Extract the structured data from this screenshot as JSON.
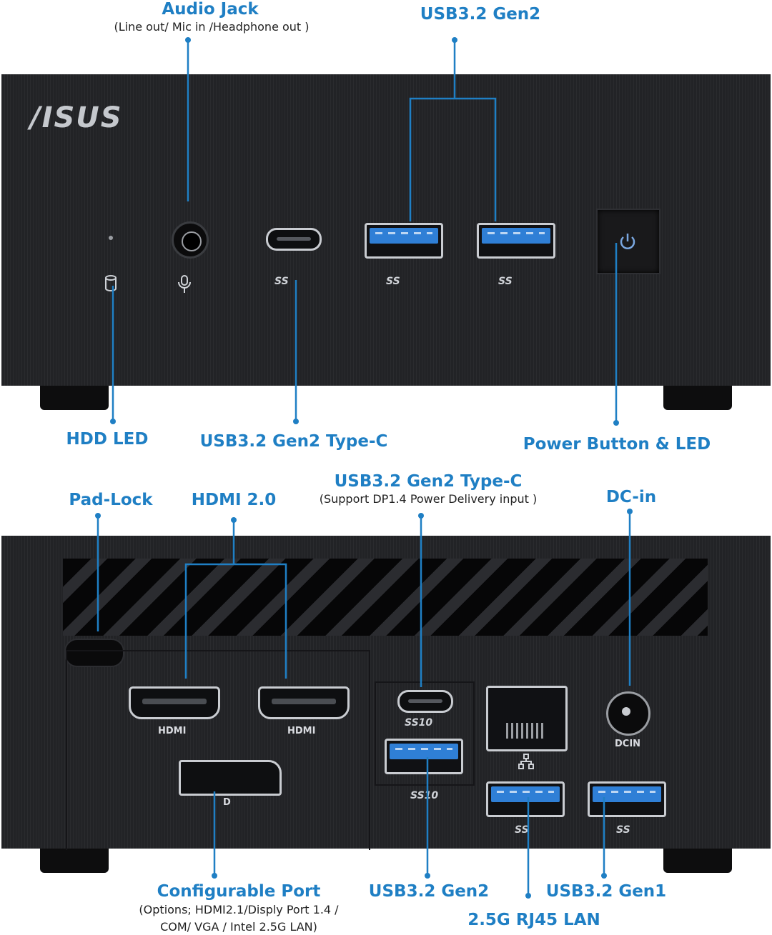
{
  "brand": "/ISUS",
  "top_labels": {
    "audio_jack": "Audio Jack",
    "audio_jack_sub": "(Line out/ Mic in /Headphone out )",
    "usb_gen2": "USB3.2 Gen2",
    "hdd_led": "HDD LED",
    "usb_gen2_typec": "USB3.2 Gen2 Type-C",
    "power_button": "Power Button & LED"
  },
  "bottom_labels": {
    "pad_lock": "Pad-Lock",
    "hdmi": "HDMI 2.0",
    "usb_typec_rear": "USB3.2 Gen2 Type-C",
    "usb_typec_rear_sub": "(Support DP1.4 Power Delivery input )",
    "dc_in": "DC-in",
    "configurable": "Configurable Port",
    "configurable_sub1": "(Options; HDMI2.1/Disply Port 1.4 /",
    "configurable_sub2": "COM/ VGA / Intel 2.5G LAN)",
    "usb_gen2_rear": "USB3.2 Gen2",
    "usb_gen1": "USB3.2 Gen1",
    "rj45": "2.5G RJ45 LAN"
  },
  "port_markings": {
    "ss": "SS",
    "ss10": "SS10",
    "hdmi": "HDMI",
    "dcin": "DCIN",
    "dp": "D"
  },
  "colors": {
    "accent": "#1f7fc4",
    "chassis": "#222326",
    "usb_blue": "#2f7fd6"
  },
  "icons": [
    "hdd-icon",
    "microphone-icon",
    "power-icon",
    "network-icon",
    "displayport-icon"
  ]
}
